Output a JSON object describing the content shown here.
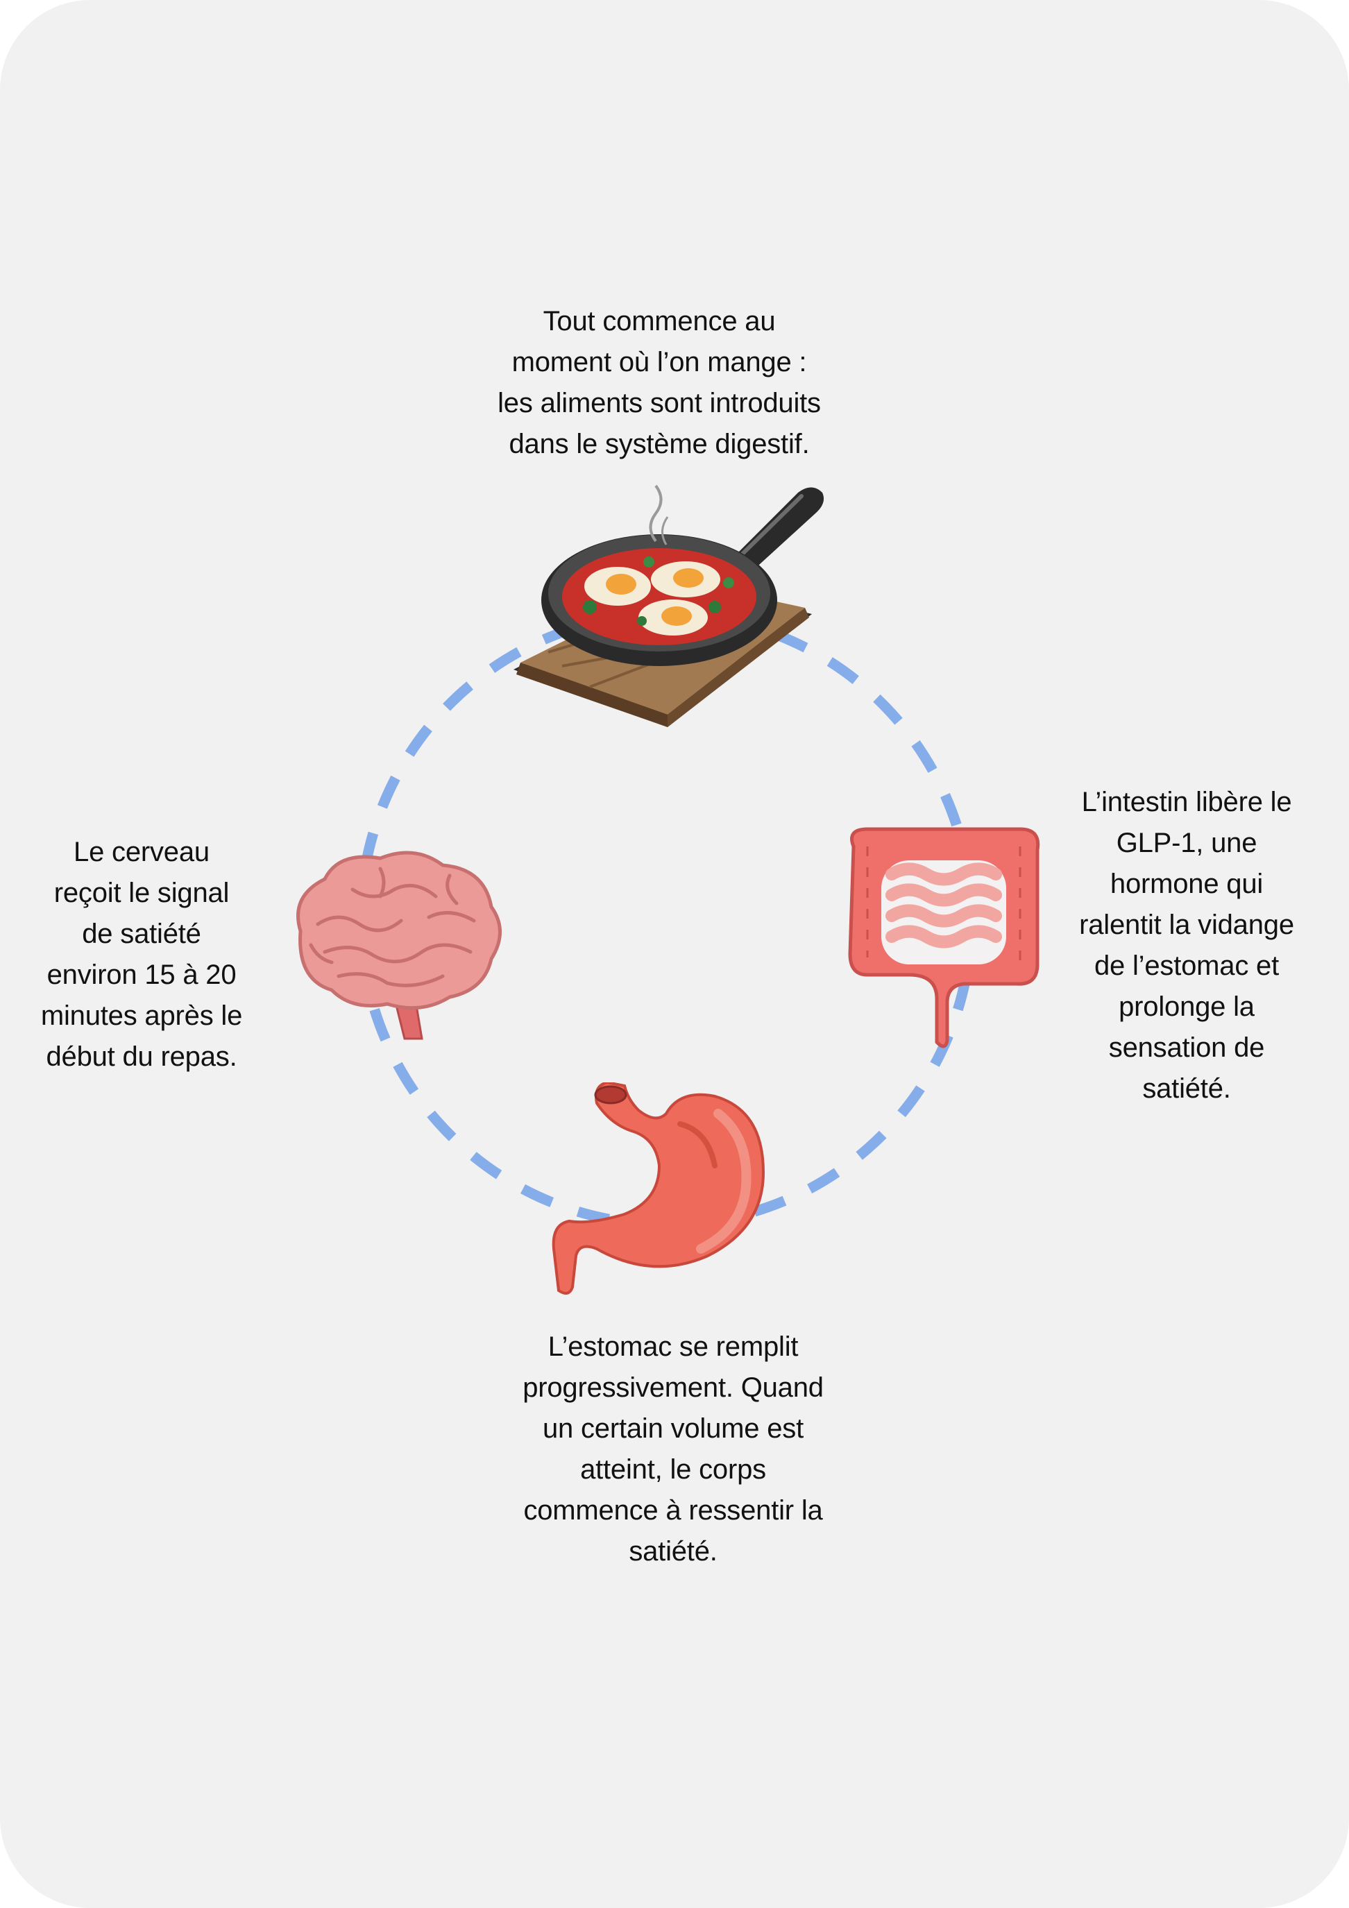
{
  "colors": {
    "background": "#f1f1f1",
    "cycle_dash": "#85ade9",
    "text": "#111111",
    "brain": "#eb9a98",
    "intestine": "#ef6f6a",
    "stomach": "#ee6a5a"
  },
  "steps": [
    {
      "id": "food",
      "icon": "frying-pan-icon",
      "lines": [
        "Tout commence au",
        "moment où l’on mange :",
        "les aliments sont introduits",
        "dans le système digestif."
      ]
    },
    {
      "id": "intestine",
      "icon": "intestine-icon",
      "lines": [
        "L’intestin libère le",
        "GLP-1, une",
        "hormone qui",
        "ralentit la vidange",
        "de l’estomac et",
        "prolonge la",
        "sensation de",
        "satiété."
      ]
    },
    {
      "id": "stomach",
      "icon": "stomach-icon",
      "lines": [
        "L’estomac se remplit",
        "progressivement. Quand",
        "un certain volume est",
        "atteint, le corps",
        "commence à ressentir la",
        "satiété."
      ]
    },
    {
      "id": "brain",
      "icon": "brain-icon",
      "lines": [
        "Le cerveau",
        "reçoit le signal",
        "de satiété",
        "environ 15 à 20",
        "minutes après le",
        "début du repas."
      ]
    }
  ]
}
